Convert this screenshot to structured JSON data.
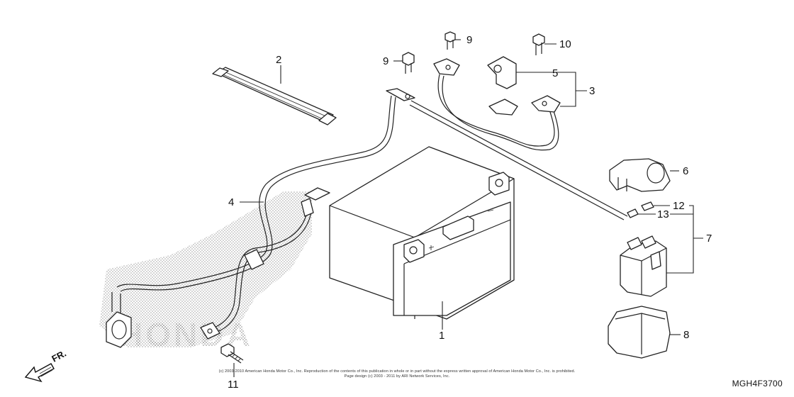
{
  "callouts": {
    "c1": "1",
    "c2": "2",
    "c3": "3",
    "c4": "4",
    "c5": "5",
    "c6": "6",
    "c7": "7",
    "c8": "8",
    "c9a": "9",
    "c9b": "9",
    "c10": "10",
    "c11": "11",
    "c12": "12",
    "c13": "13"
  },
  "direction_label": "FR.",
  "watermark_text": "HONDA",
  "copyright": {
    "line1": "(c) 2003-2010 American Honda Motor Co., Inc. Reproduction of the contents of this publication in whole or in part without the express written approval of American Honda Motor Co., Inc. is prohibited.",
    "line2": "Page design (c) 2003 - 2011 by ARI Network Services, Inc."
  },
  "diagram_code": "MGH4F3700"
}
